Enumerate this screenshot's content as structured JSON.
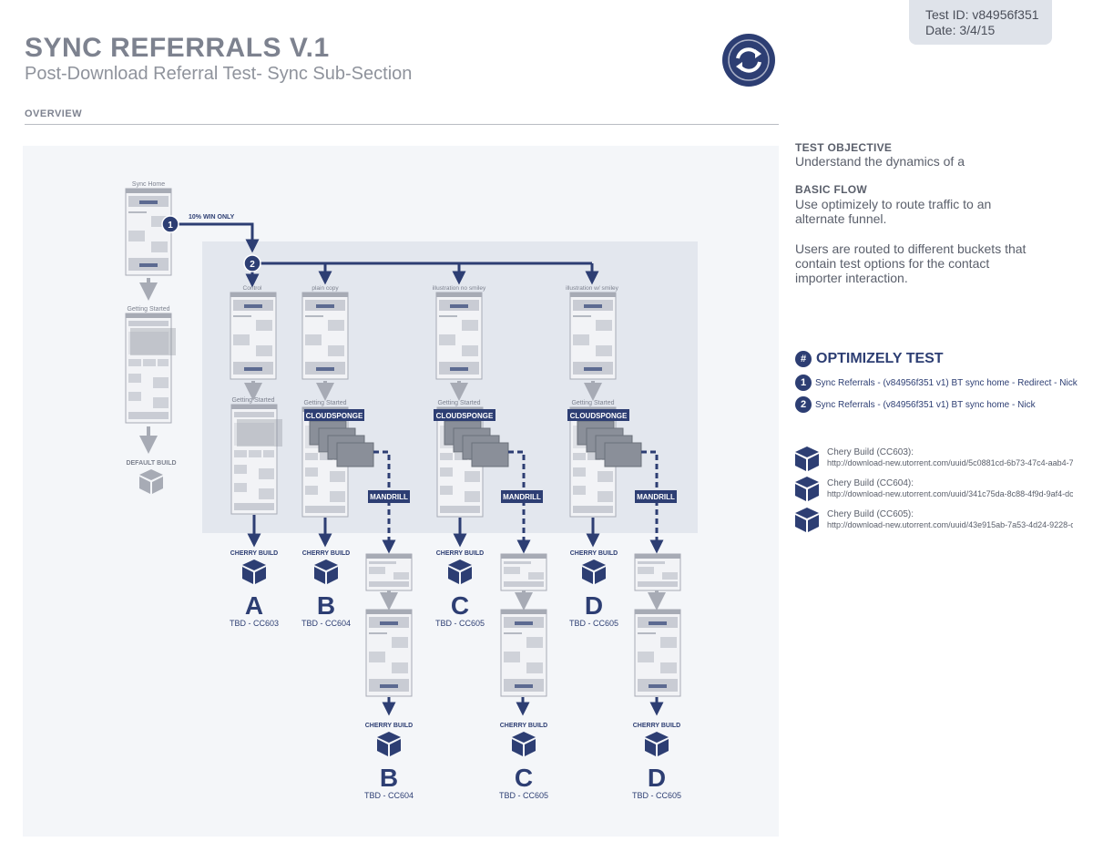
{
  "header": {
    "title": "SYNC REFERRALS V.1",
    "subtitle": "Post-Download Referral Test- Sync Sub-Section",
    "section": "OVERVIEW"
  },
  "test_info": {
    "test_id": "Test ID: v84956f351",
    "date": "Date: 3/4/15"
  },
  "colors": {
    "accent": "#2d3e73",
    "muted": "#7d828f",
    "panel": "#e3e7ee",
    "canvas": "#f4f6f9"
  },
  "side_panel": {
    "objective_heading": "TEST OBJECTIVE",
    "objective_text": "Understand the dynamics of a",
    "flow_heading": "BASIC FLOW",
    "flow_text_1": "Use optimizely to route traffic to an alternate funnel.",
    "flow_text_2": "Users are routed to different buckets that contain test options for the contact importer interaction."
  },
  "optimizely": {
    "heading": "OPTIMIZELY TEST",
    "hash": "#",
    "items": [
      {
        "num": "1",
        "label": "Sync Referrals - (v84956f351 v1) BT sync home - Redirect - Nick"
      },
      {
        "num": "2",
        "label": "Sync Referrals - (v84956f351 v1) BT sync home - Nick"
      }
    ]
  },
  "builds": [
    {
      "name": "Chery Build (CC603):",
      "url": "http://download-new.utorrent.com/uuid/5c0881cd-6b73-47c4-aab4-7"
    },
    {
      "name": "Chery Build (CC604):",
      "url": "http://download-new.utorrent.com/uuid/341c75da-8c88-4f9d-9af4-dc"
    },
    {
      "name": "Chery Build (CC605):",
      "url": "http://download-new.utorrent.com/uuid/43e915ab-7a53-4d24-9228-c"
    }
  ],
  "diagram": {
    "sync_home": "Sync Home",
    "getting_started": "Getting Started",
    "default_build": "DEFAULT BUILD",
    "win_only": "10% WIN ONLY",
    "badge_1": "1",
    "badge_2": "2",
    "variants": [
      "Control",
      "plain copy",
      "illustration no smiley",
      "illustration w/ smiley"
    ],
    "cloudsponge": "CLOUDSPONGE",
    "mandrill": "MANDRILL",
    "cherry_build": "CHERRY BUILD",
    "outcomes_top": [
      {
        "letter": "A",
        "code": "TBD - CC603"
      },
      {
        "letter": "B",
        "code": "TBD - CC604"
      },
      {
        "letter": "C",
        "code": "TBD - CC605"
      },
      {
        "letter": "D",
        "code": "TBD - CC605"
      }
    ],
    "outcomes_bottom": [
      {
        "letter": "B",
        "code": "TBD - CC604"
      },
      {
        "letter": "C",
        "code": "TBD - CC605"
      },
      {
        "letter": "D",
        "code": "TBD - CC605"
      }
    ]
  }
}
